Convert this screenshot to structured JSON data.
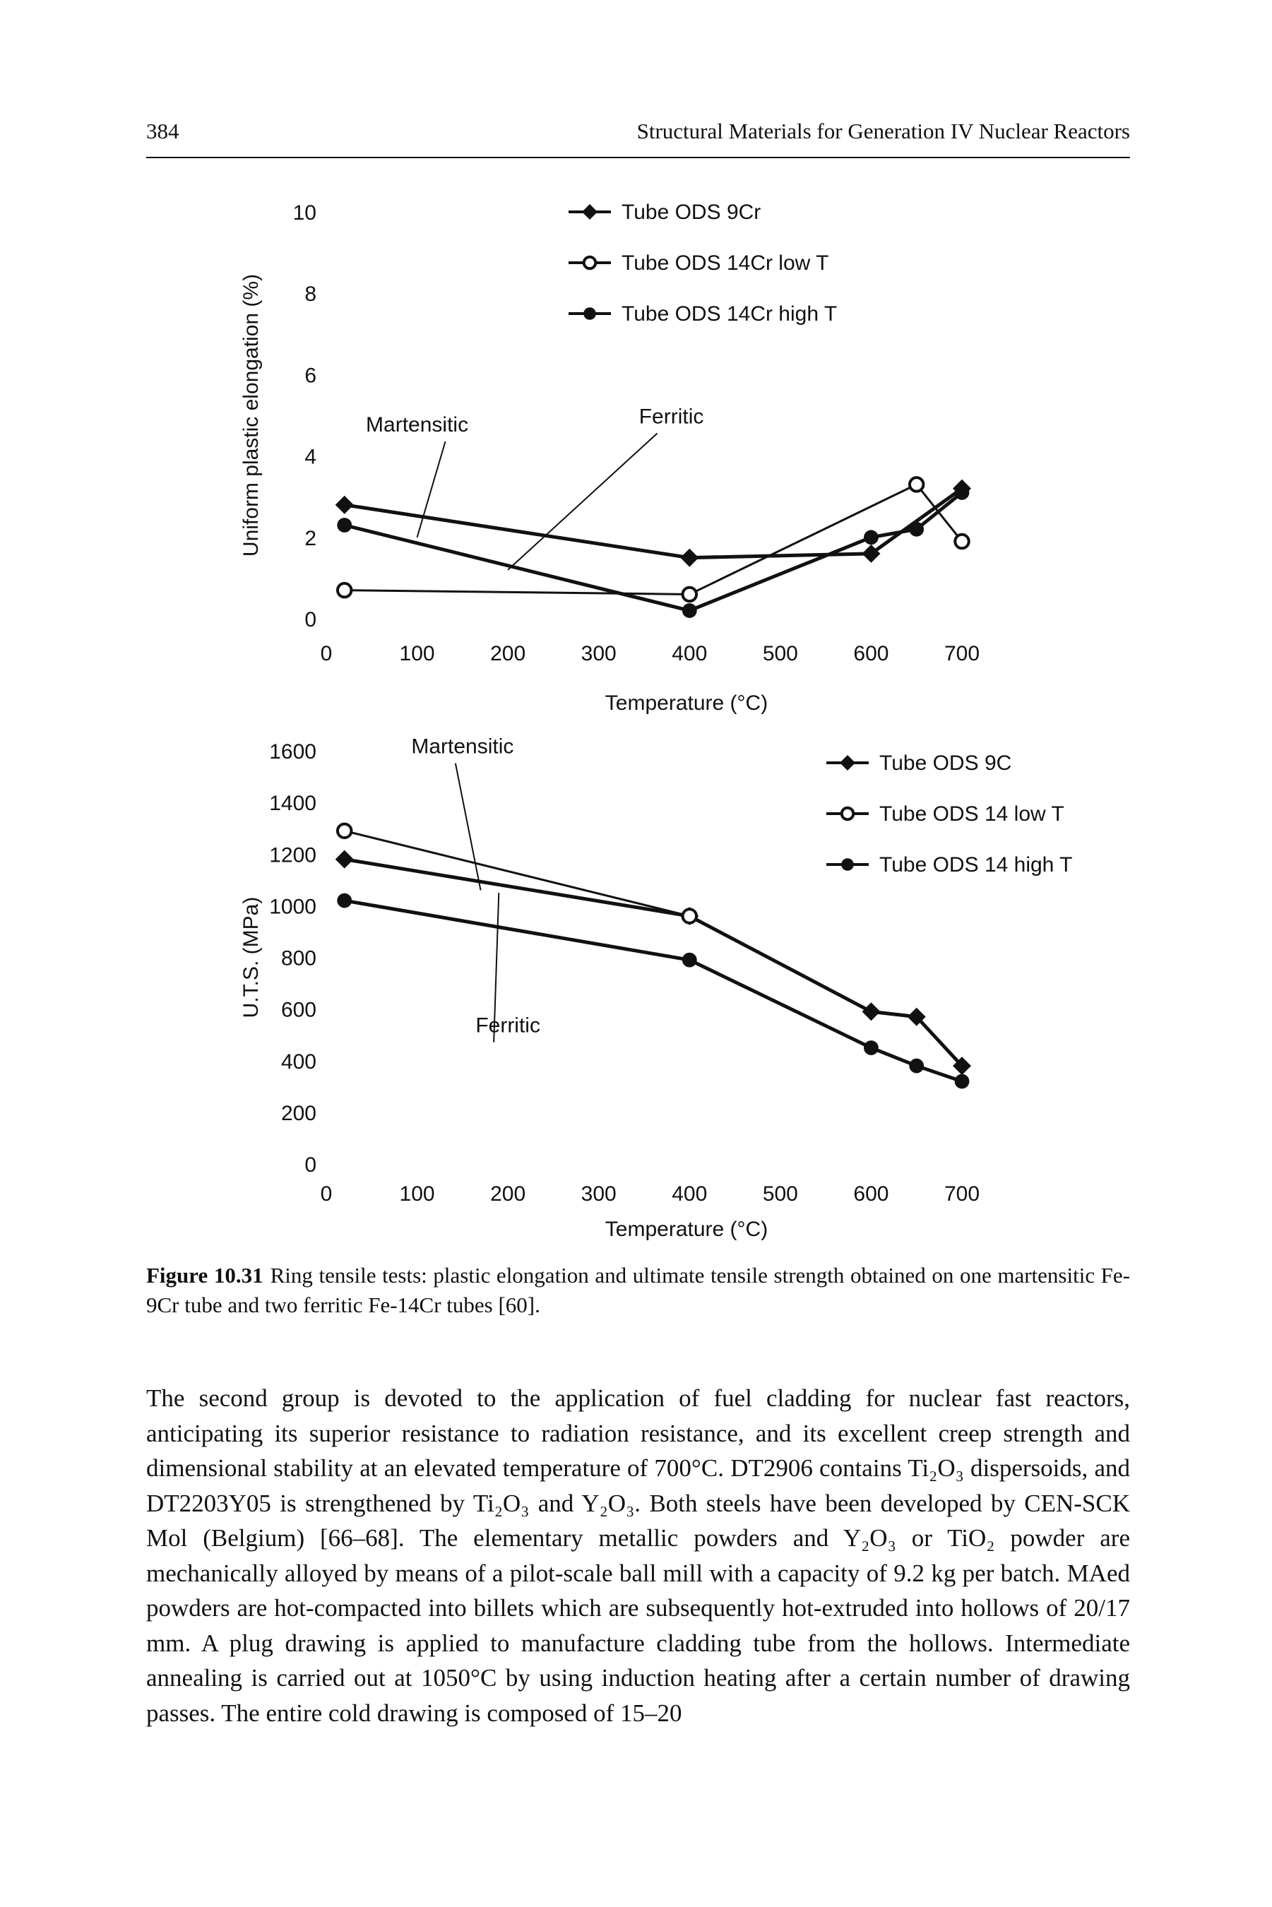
{
  "header": {
    "page_number": "384",
    "running_title": "Structural Materials for Generation IV Nuclear Reactors"
  },
  "chart_data": [
    {
      "type": "line",
      "title": "",
      "xlabel": "Temperature (°C)",
      "ylabel": "Uniform plastic elongation (%)",
      "xlim": [
        0,
        700
      ],
      "ylim": [
        0,
        10
      ],
      "x_ticks": [
        "0",
        "100",
        "200",
        "300",
        "400",
        "500",
        "600",
        "700"
      ],
      "y_ticks": [
        "0",
        "2",
        "4",
        "6",
        "8",
        "10"
      ],
      "legend": "top-right",
      "series": [
        {
          "name": "Tube ODS 9Cr",
          "marker": "diamond-filled",
          "x": [
            20,
            400,
            600,
            700
          ],
          "y": [
            2.8,
            1.5,
            1.6,
            3.2
          ]
        },
        {
          "name": "Tube ODS 14Cr low T",
          "marker": "circle-open",
          "x": [
            20,
            400,
            650,
            700
          ],
          "y": [
            0.7,
            0.6,
            3.3,
            1.9
          ]
        },
        {
          "name": "Tube ODS 14Cr high T",
          "marker": "circle-filled",
          "x": [
            20,
            400,
            600,
            650,
            700
          ],
          "y": [
            2.3,
            0.2,
            2.0,
            2.2,
            3.1
          ]
        }
      ],
      "annotations": [
        {
          "text": "Martensitic",
          "x": 100,
          "y": 4.6
        },
        {
          "text": "Ferritic",
          "x": 380,
          "y": 4.8
        }
      ]
    },
    {
      "type": "line",
      "title": "",
      "xlabel": "Temperature (°C)",
      "ylabel": "U.T.S. (MPa)",
      "xlim": [
        0,
        700
      ],
      "ylim": [
        0,
        1600
      ],
      "x_ticks": [
        "0",
        "100",
        "200",
        "300",
        "400",
        "500",
        "600",
        "700"
      ],
      "y_ticks": [
        "0",
        "200",
        "400",
        "600",
        "800",
        "1000",
        "1200",
        "1400",
        "1600"
      ],
      "legend": "top-right",
      "series": [
        {
          "name": "Tube ODS 9C",
          "marker": "diamond-filled",
          "x": [
            20,
            400,
            600,
            650,
            700
          ],
          "y": [
            1180,
            960,
            590,
            570,
            380
          ]
        },
        {
          "name": "Tube ODS 14 low T",
          "marker": "circle-open",
          "x": [
            20,
            400
          ],
          "y": [
            1290,
            960
          ]
        },
        {
          "name": "Tube ODS 14 high T",
          "marker": "circle-filled",
          "x": [
            20,
            400,
            600,
            650,
            700
          ],
          "y": [
            1020,
            790,
            450,
            380,
            320
          ]
        }
      ],
      "annotations": [
        {
          "text": "Martensitic",
          "x": 150,
          "y": 1590
        },
        {
          "text": "Ferritic",
          "x": 200,
          "y": 510
        }
      ]
    }
  ],
  "caption": {
    "label": "Figure 10.31",
    "text": "Ring tensile tests: plastic elongation and ultimate tensile strength obtained on one martensitic Fe-9Cr tube and two ferritic Fe-14Cr tubes [60]."
  },
  "body": {
    "paragraph": "The second group is devoted to the application of fuel cladding for nuclear fast reactors, anticipating its superior resistance to radiation resistance, and its excellent creep strength and dimensional stability at an elevated temperature of 700°C. DT2906 contains Ti₂O₃ dispersoids, and DT2203Y05 is strengthened by Ti₂O₃ and Y₂O₃. Both steels have been developed by CEN-SCK Mol (Belgium) [66–68]. The elementary metallic powders and Y₂O₃ or TiO₂ powder are mechanically alloyed by means of a pilot-scale ball mill with a capacity of 9.2 kg per batch. MAed powders are hot-compacted into billets which are subsequently hot-extruded into hollows of 20/17 mm. A plug drawing is applied to manufacture cladding tube from the hollows. Intermediate annealing is carried out at 1050°C by using induction heating after a certain number of drawing passes. The entire cold drawing is composed of 15–20"
  }
}
